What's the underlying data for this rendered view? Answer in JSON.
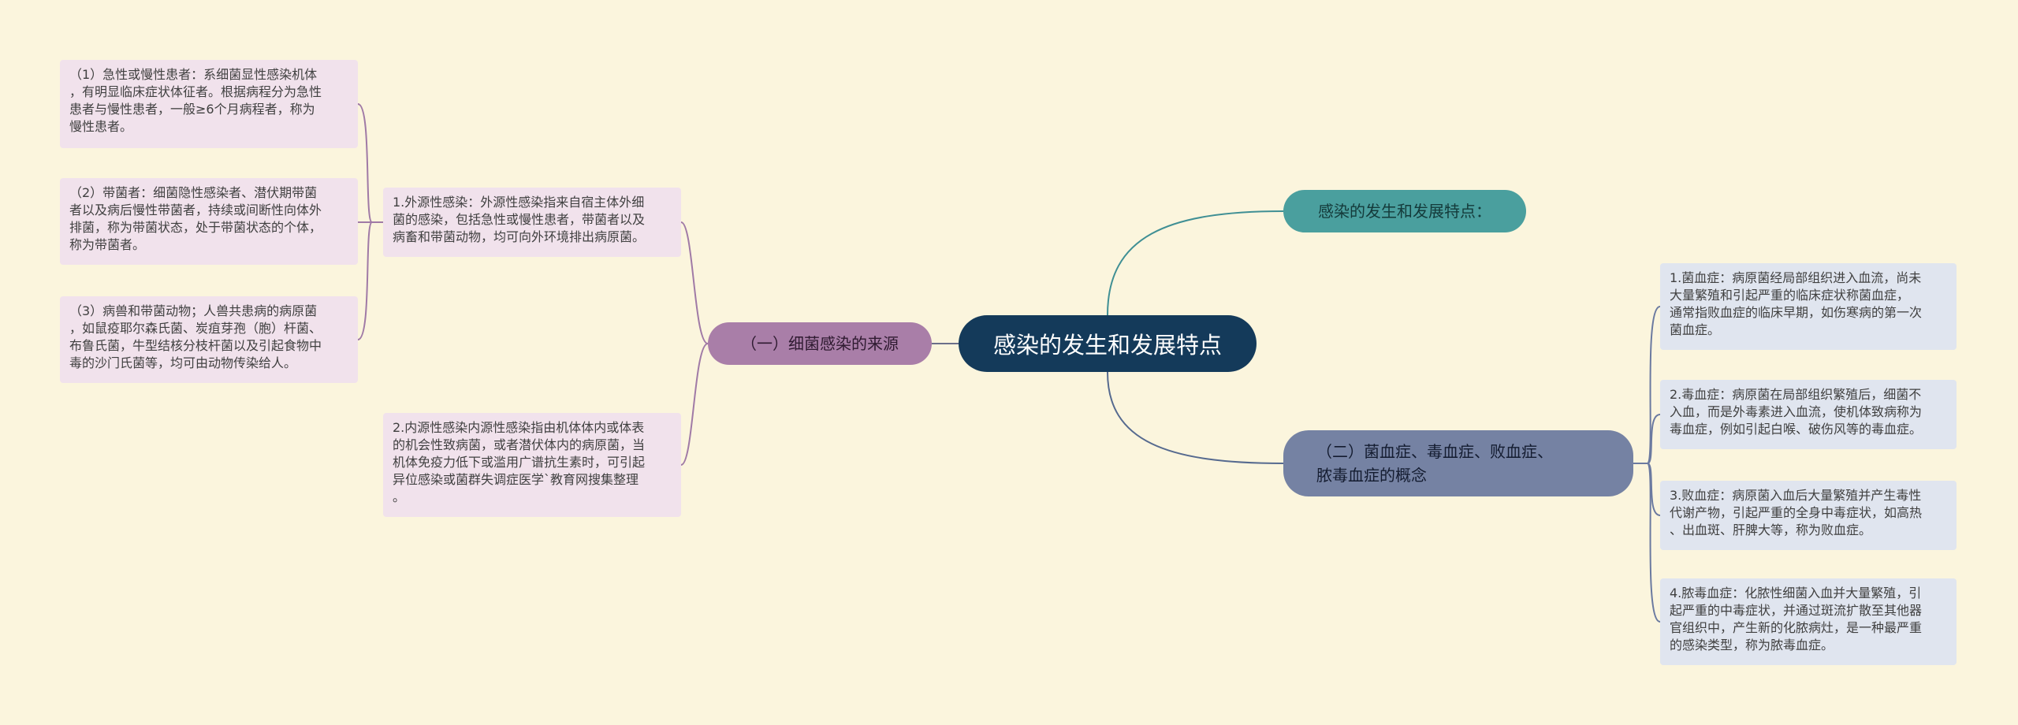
{
  "mindmap": {
    "root": {
      "label": "感染的发生和发展特点"
    },
    "branches": {
      "summary": {
        "label": "感染的发生和发展特点："
      },
      "source": {
        "label": "（一）细菌感染的来源",
        "children": [
          {
            "text": "1.外源性感染：外源性感染指来自宿主体外细\n菌的感染，包括急性或慢性患者，带菌者以及\n病畜和带菌动物，均可向外环境排出病原菌。",
            "children": [
              {
                "text": "（1）急性或慢性患者：系细菌显性感染机体\n，有明显临床症状体征者。根据病程分为急性\n患者与慢性患者，一般≥6个月病程者，称为\n慢性患者。"
              },
              {
                "text": "（2）带菌者：细菌隐性感染者、潜伏期带菌\n者以及病后慢性带菌者，持续或间断性向体外\n排菌，称为带菌状态，处于带菌状态的个体，\n称为带菌者。"
              },
              {
                "text": "（3）病兽和带菌动物；人兽共患病的病原菌\n，如鼠疫耶尔森氏菌、炭疽芽孢（胞）杆菌、\n布鲁氏菌，牛型结核分枝杆菌以及引起食物中\n毒的沙门氏菌等，均可由动物传染给人。"
              }
            ]
          },
          {
            "text": "2.内源性感染内源性感染指由机体体内或体表\n的机会性致病菌，或者潜伏体内的病原菌，当\n机体免疫力低下或滥用广谱抗生素时，可引起\n异位感染或菌群失调症医学`教育网搜集整理\n。"
          }
        ]
      },
      "concepts": {
        "label": "（二）菌血症、毒血症、败血症、脓毒血症的概念",
        "label_line1": "（二）菌血症、毒血症、败血症、",
        "label_line2": "脓毒血症的概念",
        "children": [
          {
            "text": "1.菌血症：病原菌经局部组织进入血流，尚未\n大量繁殖和引起严重的临床症状称菌血症，\n通常指败血症的临床早期，如伤寒病的第一次\n菌血症。"
          },
          {
            "text": "2.毒血症：病原菌在局部组织繁殖后，细菌不\n入血，而是外毒素进入血流，使机体致病称为\n毒血症，例如引起白喉、破伤风等的毒血症。"
          },
          {
            "text": "3.败血症：病原菌入血后大量繁殖并产生毒性\n代谢产物，引起严重的全身中毒症状，如高热\n、出血斑、肝脾大等，称为败血症。"
          },
          {
            "text": "4.脓毒血症：化脓性细菌入血并大量繁殖，引\n起严重的中毒症状，并通过斑流扩散至其他器\n官组织中，产生新的化脓病灶，是一种最严重\n的感染类型，称为脓毒血症。"
          }
        ]
      }
    },
    "colors": {
      "background": "#fbf5dd",
      "root": "#143a5a",
      "teal_branch": "#4a9f9e",
      "purple_branch": "#a97ea8",
      "slate_branch": "#7582a3",
      "purple_link": "#a07aa6",
      "slate_link": "#6b7aa0"
    }
  }
}
